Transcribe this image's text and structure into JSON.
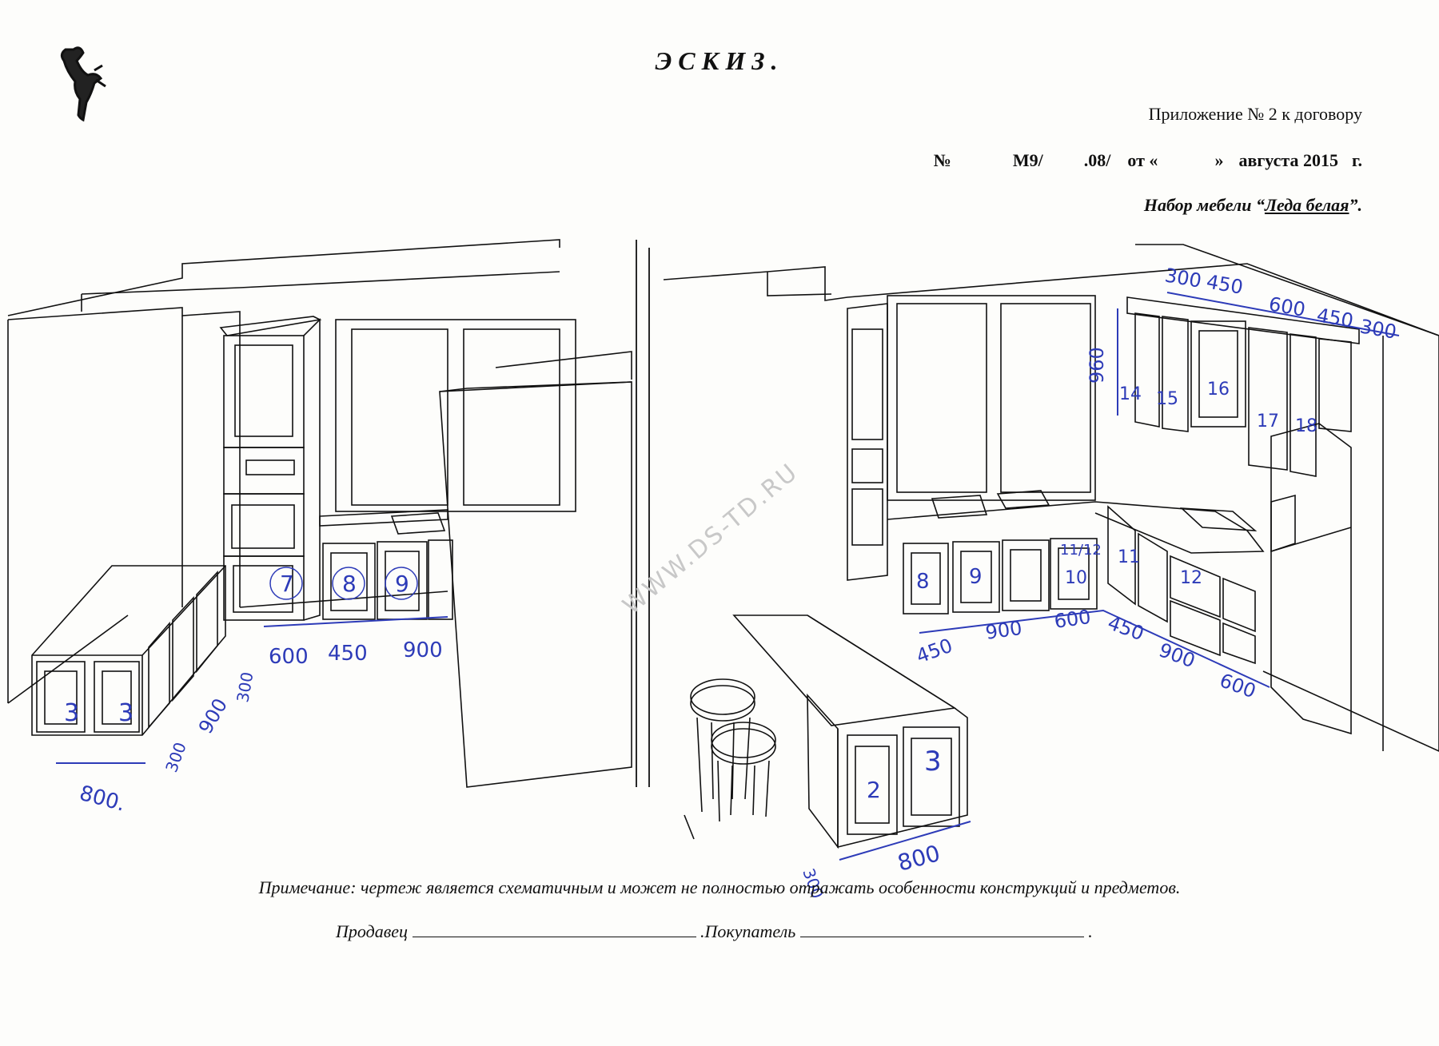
{
  "header": {
    "title": "ЭСКИЗ.",
    "appendix": "Приложение № 2 к договору",
    "contract": {
      "no_sign": "№",
      "no_value": "M9/",
      "no_suffix": ".08/",
      "date_from": "от «",
      "date_close": "»",
      "month_year": "августа 2015",
      "year_suffix": "г."
    },
    "set_prefix": "Набор мебели “",
    "set_name": "Леда белая",
    "set_suffix": "”."
  },
  "watermark": "WWW.DS-TD.RU",
  "left_view": {
    "dims_wall": [
      "600",
      "450",
      "900"
    ],
    "dims_island": [
      "800.",
      "300",
      "900",
      "300"
    ],
    "module_numbers": [
      "3",
      "3",
      "7",
      "8",
      "9"
    ]
  },
  "right_view": {
    "dims_upper": [
      "300",
      "450",
      "600",
      "450",
      "300"
    ],
    "height_upper": "960",
    "dims_lower": [
      "450",
      "900",
      "600",
      "450",
      "900",
      "600"
    ],
    "dims_island": [
      "300",
      "800"
    ],
    "module_numbers_upper": [
      "14",
      "15",
      "16",
      "17",
      "18"
    ],
    "module_numbers_lower": [
      "8",
      "9",
      "11/12",
      "10",
      "11",
      "12",
      "2",
      "3"
    ]
  },
  "footer": {
    "note": "Примечание: чертеж является схематичным и может не полностью отражать особенности конструкций и предметов.",
    "seller_label": "Продавец",
    "buyer_label": ".Покупатель",
    "end_dot": "."
  }
}
